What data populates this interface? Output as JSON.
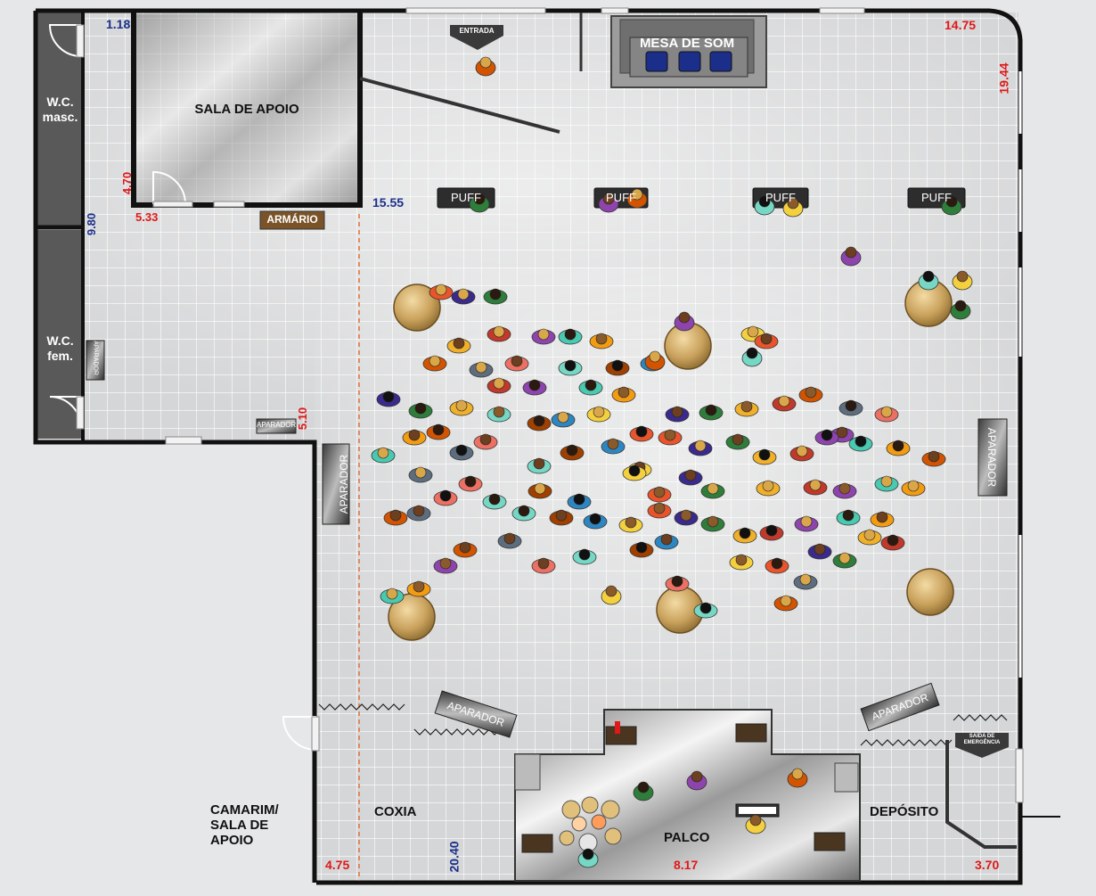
{
  "rooms": {
    "wc_masc": [
      "W.C.",
      "masc."
    ],
    "wc_fem": [
      "W.C.",
      "fem."
    ],
    "sala_apoio": "SALA DE APOIO",
    "camarim": [
      "CAMARIM/",
      "SALA DE",
      "APOIO"
    ],
    "coxia": "COXIA",
    "palco": "PALCO",
    "deposito": "DEPÓSITO",
    "mesa_de_som": "MESA DE SOM"
  },
  "furniture": {
    "armario": "ARMÁRIO",
    "aparador": "APARADOR",
    "puff": "PUFF"
  },
  "signs": {
    "entrada": "ENTRADA",
    "saida": [
      "SAÍDA DE",
      "EMERGÊNCIA"
    ]
  },
  "dimensions": {
    "d1_18": "1.18",
    "d14_75": "14.75",
    "d19_44": "19.44",
    "d4_70": "4.70",
    "d5_33": "5.33",
    "d9_80": "9.80",
    "d15_55": "15.55",
    "d5_10": "5.10",
    "d4_75": "4.75",
    "d20_40": "20.40",
    "d8_17": "8.17",
    "d3_70": "3.70"
  },
  "colors": {
    "wall": "#111111",
    "floor": "#d9dadb",
    "grid": "#ffffff",
    "wc_fill": "#555555",
    "dimension_red": "#e01818",
    "dimension_blue": "#1b2f8a",
    "table": "#c9a15c"
  }
}
